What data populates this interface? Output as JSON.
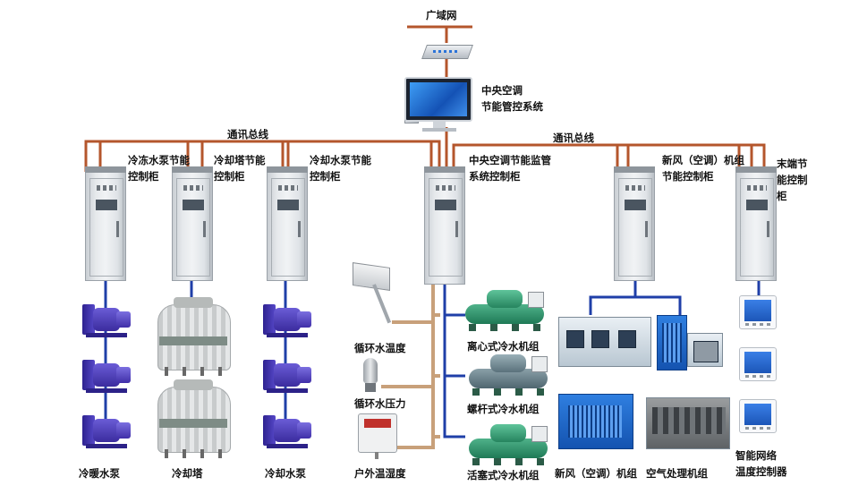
{
  "labels": {
    "wan": "广域网",
    "central_l1": "中央空调",
    "central_l2": "节能管控系统",
    "bus_left": "通讯总线",
    "bus_right": "通讯总线",
    "chilled_pump_cab_l1": "冷冻水泵节能",
    "chilled_pump_cab_l2": "控制柜",
    "tower_cab_l1": "冷却塔节能",
    "tower_cab_l2": "控制柜",
    "cooling_pump_cab_l1": "冷却水泵节能",
    "cooling_pump_cab_l2": "控制柜",
    "monitor_cab_l1": "中央空调节能监管",
    "monitor_cab_l2": "系统控制柜",
    "fresh_air_cab_l1": "新风（空调）机组",
    "fresh_air_cab_l2": "节能控制柜",
    "terminal_cab_l1": "末端节",
    "terminal_cab_l2": "能控制",
    "terminal_cab_l3": "柜",
    "loop_temp": "循环水温度",
    "loop_pressure": "循环水压力",
    "outdoor_th": "户外温湿度",
    "centrifugal": "离心式冷水机组",
    "screw": "螺杆式冷水机组",
    "piston": "活塞式冷水机组",
    "hvac_pump": "冷暖水泵",
    "cooling_tower": "冷却塔",
    "cooling_pump": "冷却水泵",
    "fresh_air_unit": "新风（空调）机组",
    "air_handler": "空气处理机组",
    "thermostat_l1": "智能网络",
    "thermostat_l2": "温度控制器"
  },
  "colors": {
    "bus": "#b4562c",
    "field_link": "#1f3fa8",
    "pipe": "#c8a07a"
  },
  "icons": [
    "router-icon",
    "computer-icon",
    "control-cabinet-icon",
    "pump-icon",
    "cooling-tower-icon",
    "chiller-icon",
    "sensor-icon",
    "air-handling-unit-icon",
    "thermostat-icon"
  ]
}
